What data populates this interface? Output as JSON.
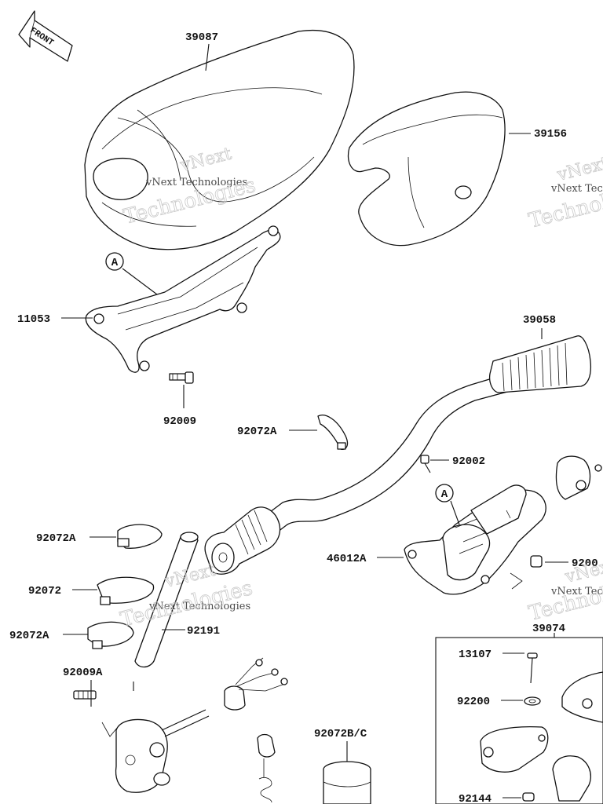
{
  "front_badge": "FRONT",
  "callout_marker": "A",
  "watermark": {
    "company": "vNext Technologies",
    "line1": "vNext",
    "line2": "Technologies"
  },
  "parts": {
    "p39087": "39087",
    "p39156": "39156",
    "p11053": "11053",
    "p92009": "92009",
    "p39058": "39058",
    "p92072A_top": "92072A",
    "p92002": "92002",
    "p46012A": "46012A",
    "p9200x": "9200",
    "p92072A_a": "92072A",
    "p92072": "92072",
    "p92072A_b": "92072A",
    "p92191": "92191",
    "p39074": "39074",
    "p13107": "13107",
    "p92200": "92200",
    "p92144": "92144",
    "p92009A": "92009A",
    "p92072BC": "92072B/C"
  }
}
